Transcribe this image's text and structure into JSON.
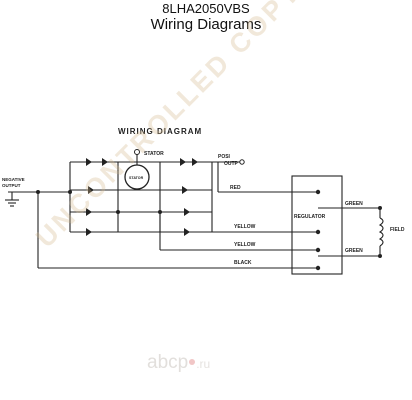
{
  "header": {
    "part_number": "8LHA2050VBS",
    "subtitle": "Wiring Diagrams"
  },
  "diagram": {
    "title": "WIRING DIAGRAM",
    "labels": {
      "negative_output": [
        "NEGATIVE",
        "OUTPUT"
      ],
      "stator": "STATOR",
      "positive_output": [
        "POSI",
        "OUTP"
      ],
      "stator_coil": "STATOR",
      "red": "RED",
      "yellow_top": "YELLOW",
      "yellow_bottom": "YELLOW",
      "black": "BLACK",
      "regulator": "REGULATOR",
      "green_top": "GREEN",
      "green_bottom": "GREEN",
      "field": "FIELD"
    }
  },
  "watermark": {
    "text": "UNCONTROLLED COPY"
  },
  "brand": {
    "name": "abcp",
    "tld": ".ru"
  },
  "colors": {
    "ink": "#222222",
    "watermark": "#d4b78c"
  }
}
